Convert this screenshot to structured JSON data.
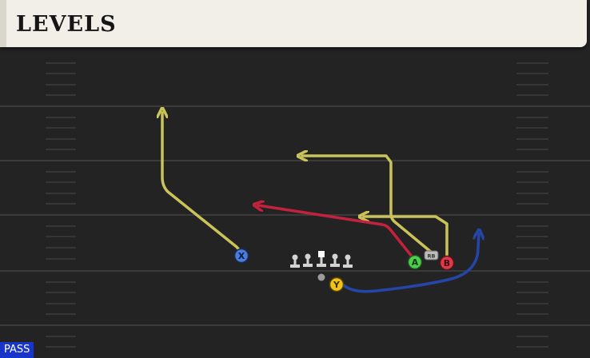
{
  "play": {
    "name": "LEVELS",
    "type_badge": "PASS"
  },
  "players": {
    "x": {
      "label": "X",
      "color": "#4a7de0"
    },
    "y": {
      "label": "Y",
      "color": "#f1c21b"
    },
    "a": {
      "label": "A",
      "color": "#4ccf4c"
    },
    "b": {
      "label": "B",
      "color": "#e03a4a"
    },
    "rb": {
      "label": "RB"
    }
  },
  "route_colors": {
    "yellow": "#c9c35a",
    "red": "#c4213f",
    "blue": "#2545a8"
  },
  "field_colors": {
    "turf": "#232323",
    "yard_line": "#3a3a3a",
    "hash": "#3e3e3e"
  }
}
